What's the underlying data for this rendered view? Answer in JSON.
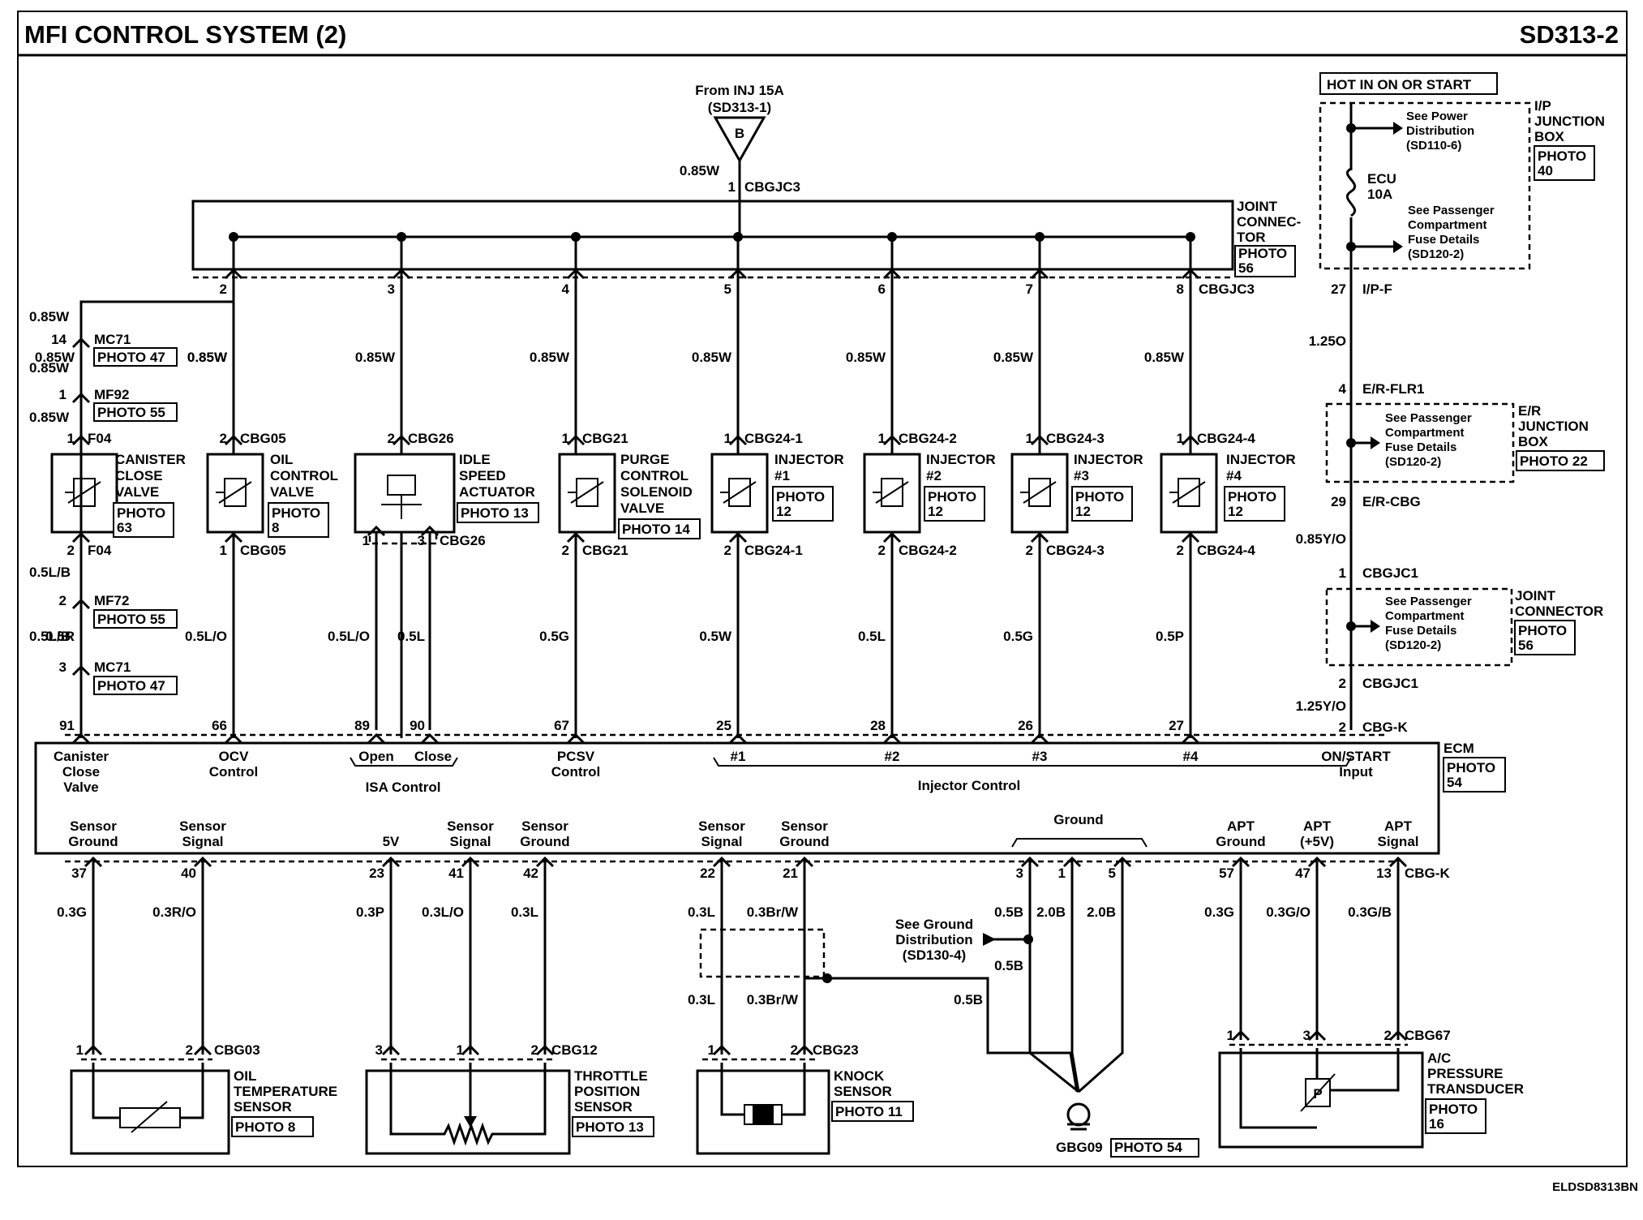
{
  "header": {
    "title": "MFI CONTROL SYSTEM (2)",
    "code": "SD313-2"
  },
  "footer_code": "ELDSD8313BN",
  "top_source": {
    "from": "From INJ 15A",
    "ref": "(SD313-1)",
    "tag": "B",
    "wire": "0.85W",
    "pin": "1",
    "connector": "CBGJC3"
  },
  "joint_connector": {
    "label": [
      "JOINT",
      "CONNEC-",
      "TOR"
    ],
    "photo": [
      "PHOTO",
      "56"
    ],
    "conn_name": "CBGJC3"
  },
  "columns": [
    {
      "id": "canister",
      "joint_pin": "2",
      "wire_top": "0.85W",
      "lines": [
        "CANISTER",
        "CLOSE",
        "VALVE"
      ],
      "photo": [
        "PHOTO",
        "63"
      ],
      "pin_in": "1",
      "conn_in": "F04",
      "pin_out": "2",
      "conn_out": "F04",
      "wire_bottom": "0.5R",
      "ecm_pin": "91",
      "ecm_label": [
        "Canister",
        "Close",
        "Valve"
      ]
    },
    {
      "id": "ocv",
      "joint_pin": "",
      "wire_top": "0.85W",
      "lines": [
        "OIL",
        "CONTROL",
        "VALVE"
      ],
      "photo": [
        "PHOTO",
        "8"
      ],
      "pin_in": "2",
      "conn_in": "CBG05",
      "pin_out": "1",
      "conn_out": "CBG05",
      "wire_bottom": "0.5L/O",
      "ecm_pin": "66",
      "ecm_label": [
        "OCV",
        "Control"
      ]
    },
    {
      "id": "isa",
      "joint_pin": "3",
      "wire_top": "0.85W",
      "lines": [
        "IDLE",
        "SPEED",
        "ACTUATOR"
      ],
      "photo": [
        "PHOTO 13"
      ],
      "pin_in": "2",
      "conn_in": "CBG26",
      "pin_out": "3",
      "conn_out": "CBG26",
      "pin_out_left": "1",
      "wire_bottom": "0.5L/O",
      "wire_bottom2": "0.5L",
      "ecm_pin": "89",
      "ecm_pin2": "90",
      "ecm_label": [
        "Open",
        "Close"
      ],
      "ecm_group": "ISA Control"
    },
    {
      "id": "pcsv",
      "joint_pin": "4",
      "wire_top": "0.85W",
      "lines": [
        "PURGE",
        "CONTROL",
        "SOLENOID",
        "VALVE"
      ],
      "photo": [
        "PHOTO 14"
      ],
      "pin_in": "1",
      "conn_in": "CBG21",
      "pin_out": "2",
      "conn_out": "CBG21",
      "wire_bottom": "0.5G",
      "ecm_pin": "67",
      "ecm_label": [
        "PCSV",
        "Control"
      ]
    },
    {
      "id": "inj1",
      "joint_pin": "5",
      "wire_top": "0.85W",
      "lines": [
        "INJECTOR",
        "#1"
      ],
      "photo": [
        "PHOTO",
        "12"
      ],
      "pin_in": "1",
      "conn_in": "CBG24-1",
      "pin_out": "2",
      "conn_out": "CBG24-1",
      "wire_bottom": "0.5W",
      "ecm_pin": "25",
      "ecm_label": [
        "#1"
      ]
    },
    {
      "id": "inj2",
      "joint_pin": "6",
      "wire_top": "0.85W",
      "lines": [
        "INJECTOR",
        "#2"
      ],
      "photo": [
        "PHOTO",
        "12"
      ],
      "pin_in": "1",
      "conn_in": "CBG24-2",
      "pin_out": "2",
      "conn_out": "CBG24-2",
      "wire_bottom": "0.5L",
      "ecm_pin": "28",
      "ecm_label": [
        "#2"
      ]
    },
    {
      "id": "inj3",
      "joint_pin": "7",
      "wire_top": "0.85W",
      "lines": [
        "INJECTOR",
        "#3"
      ],
      "photo": [
        "PHOTO",
        "12"
      ],
      "pin_in": "1",
      "conn_in": "CBG24-3",
      "pin_out": "2",
      "conn_out": "CBG24-3",
      "wire_bottom": "0.5G",
      "ecm_pin": "26",
      "ecm_label": [
        "#3"
      ]
    },
    {
      "id": "inj4",
      "joint_pin": "8",
      "wire_top": "0.85W",
      "lines": [
        "INJECTOR",
        "#4"
      ],
      "photo": [
        "PHOTO",
        "12"
      ],
      "pin_in": "1",
      "conn_in": "CBG24-4",
      "pin_out": "2",
      "conn_out": "CBG24-4",
      "wire_bottom": "0.5P",
      "ecm_pin": "27",
      "ecm_label": [
        "#4"
      ]
    }
  ],
  "canister_chain": {
    "w1": "0.85W",
    "p1": "14",
    "c1": "MC71",
    "ph1": "PHOTO 47",
    "w2": "0.85W",
    "p2": "1",
    "c2": "MF92",
    "ph2": "PHOTO 55",
    "w3": "0.85W",
    "w4": "0.5L/B",
    "p4": "2",
    "c4": "MF72",
    "ph4": "PHOTO 55",
    "w5": "0.5L/B",
    "p5": "3",
    "c5": "MC71",
    "ph5": "PHOTO 47"
  },
  "injector_control": "Injector Control",
  "right_side": {
    "hot": "HOT IN ON OR START",
    "ip_box": [
      "I/P",
      "JUNCTION",
      "BOX"
    ],
    "ip_photo": [
      "PHOTO",
      "40"
    ],
    "see_power": [
      "See Power",
      "Distribution",
      "(SD110-6)"
    ],
    "fuse": [
      "ECU",
      "10A"
    ],
    "see_pass1": [
      "See Passenger",
      "Compartment",
      "Fuse Details",
      "(SD120-2)"
    ],
    "pin27": "27",
    "conn_ipf": "I/P-F",
    "wire1": "1.25O",
    "pin4": "4",
    "conn_erflr1": "E/R-FLR1",
    "er_box": [
      "E/R",
      "JUNCTION",
      "BOX"
    ],
    "er_photo": "PHOTO 22",
    "see_pass2": [
      "See Passenger",
      "Compartment",
      "Fuse Details",
      "(SD120-2)"
    ],
    "pin29": "29",
    "conn_ercbg": "E/R-CBG",
    "wire2": "0.85Y/O",
    "pin1": "1",
    "conn_cbgjc1": "CBGJC1",
    "jc_box": [
      "JOINT",
      "CONNECTOR"
    ],
    "jc_photo": [
      "PHOTO",
      "56"
    ],
    "see_pass3": [
      "See Passenger",
      "Compartment",
      "Fuse Details",
      "(SD120-2)"
    ],
    "pin2a": "2",
    "conn_cbgjc1b": "CBGJC1",
    "wire3": "1.25Y/O",
    "pin2b": "2",
    "conn_cbgk": "CBG-K",
    "ecm_label": [
      "ON/START",
      "Input"
    ]
  },
  "ecm": {
    "name": "ECM",
    "photo": [
      "PHOTO",
      "54"
    ],
    "bottom_conn": "CBG-K"
  },
  "ecm_bottom": [
    {
      "label": [
        "Sensor",
        "Ground"
      ],
      "pin": "37",
      "wire": "0.3G"
    },
    {
      "label": [
        "Sensor",
        "Signal"
      ],
      "pin": "40",
      "wire": "0.3R/O"
    },
    {
      "label": [
        "5V"
      ],
      "pin": "23",
      "wire": "0.3P"
    },
    {
      "label": [
        "Sensor",
        "Signal"
      ],
      "pin": "41",
      "wire": "0.3L/O"
    },
    {
      "label": [
        "Sensor",
        "Ground"
      ],
      "pin": "42",
      "wire": "0.3L"
    },
    {
      "label": [
        "Sensor",
        "Signal"
      ],
      "pin": "22",
      "wire": "0.3L"
    },
    {
      "label": [
        "Sensor",
        "Ground"
      ],
      "pin": "21",
      "wire": "0.3Br/W"
    },
    {
      "label": [
        "Ground"
      ],
      "pins": [
        "3",
        "1",
        "5"
      ],
      "wires": [
        "0.5B",
        "2.0B",
        "2.0B"
      ]
    },
    {
      "label": [
        "APT",
        "Ground"
      ],
      "pin": "57",
      "wire": "0.3G"
    },
    {
      "label": [
        "APT",
        "(+5V)"
      ],
      "pin": "47",
      "wire": "0.3G/O"
    },
    {
      "label": [
        "APT",
        "Signal"
      ],
      "pin": "13",
      "wire": "0.3G/B"
    }
  ],
  "sensors": {
    "oil_temp": {
      "lines": [
        "OIL",
        "TEMPERATURE",
        "SENSOR"
      ],
      "photo": "PHOTO 8",
      "pins": [
        "1",
        "2"
      ],
      "conn": "CBG03"
    },
    "tps": {
      "lines": [
        "THROTTLE",
        "POSITION",
        "SENSOR"
      ],
      "photo": "PHOTO 13",
      "pins": [
        "3",
        "1",
        "2"
      ],
      "conn": "CBG12"
    },
    "knock": {
      "lines": [
        "KNOCK",
        "SENSOR"
      ],
      "photo": "PHOTO 11",
      "pins": [
        "1",
        "2"
      ],
      "conn": "CBG23",
      "wires_low": [
        "0.3L",
        "0.3Br/W"
      ]
    },
    "apt": {
      "lines": [
        "A/C",
        "PRESSURE",
        "TRANSDUCER"
      ],
      "photo": [
        "PHOTO",
        "16"
      ],
      "pins": [
        "1",
        "3",
        "2"
      ],
      "conn": "CBG67",
      "symbol": "P"
    }
  },
  "ground": {
    "see": [
      "See Ground",
      "Distribution",
      "(SD130-4)"
    ],
    "wire_a": "0.5B",
    "wire_b": "0.5B",
    "name": "GBG09",
    "photo": "PHOTO 54"
  }
}
